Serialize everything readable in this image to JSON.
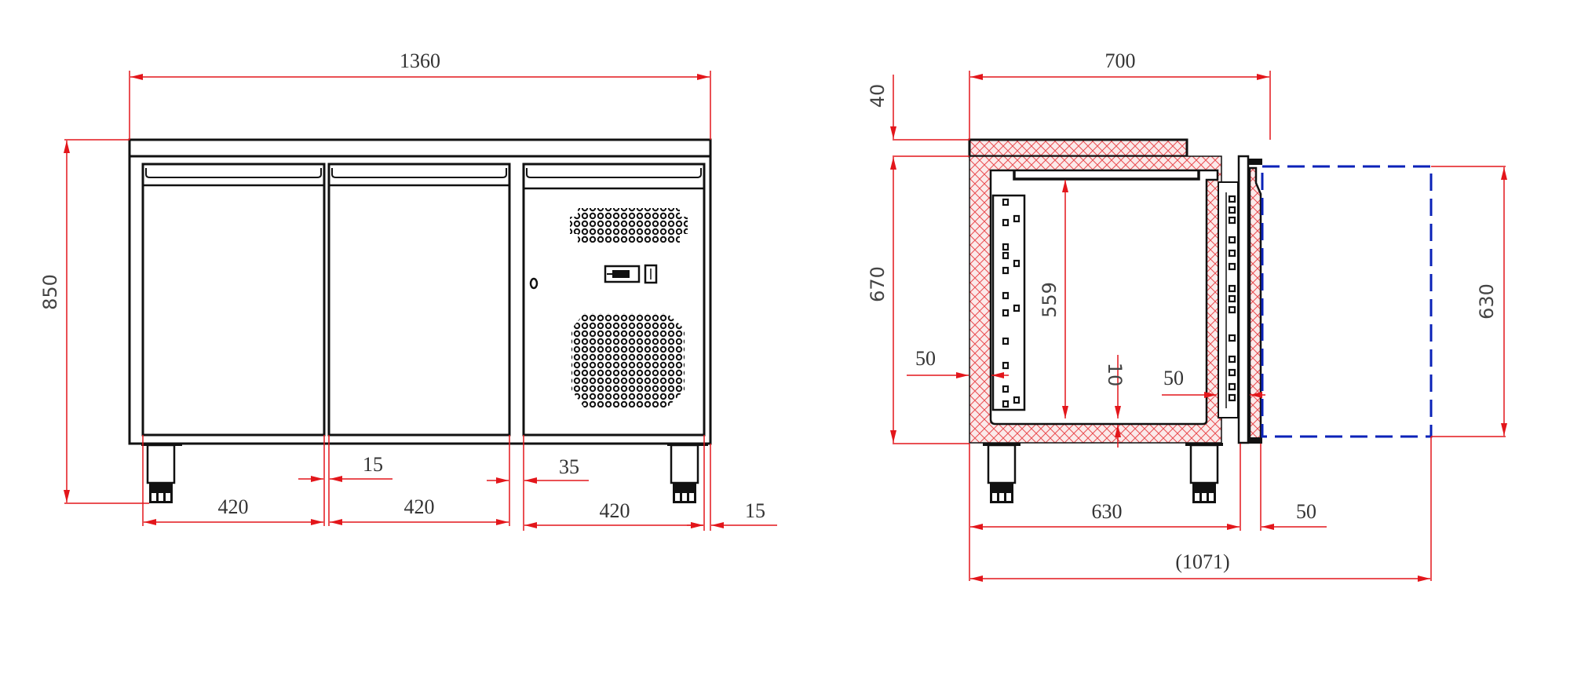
{
  "drawing": {
    "colors": {
      "outline": "#111111",
      "dimension": "#e3161b",
      "insulation_hatch": "#e3161b",
      "door_swing": "#0a22b8",
      "text": "#333333",
      "background": "#ffffff"
    }
  },
  "front_view": {
    "overall_width": "1360",
    "overall_height": "850",
    "door_widths": [
      "420",
      "420",
      "420"
    ],
    "door_gap": "15",
    "compressor_gap": "35",
    "side_offset": "15",
    "door_count": 2,
    "compressor_panel": {
      "vent_top": "grille",
      "controller": "thermostat-display",
      "switch": "power-switch",
      "fan_grille": "round-fan-grille",
      "lock": "lock-keyhole"
    }
  },
  "side_view": {
    "depth": "700",
    "top_thickness": "40",
    "body_height": "670",
    "interior_height": "559",
    "wall_thickness": "50",
    "bottom_thickness": "10",
    "door_wall_thickness": "50",
    "body_depth": "630",
    "door_thickness": "50",
    "door_swing_height": "630",
    "total_with_door_open": "(1071)"
  }
}
